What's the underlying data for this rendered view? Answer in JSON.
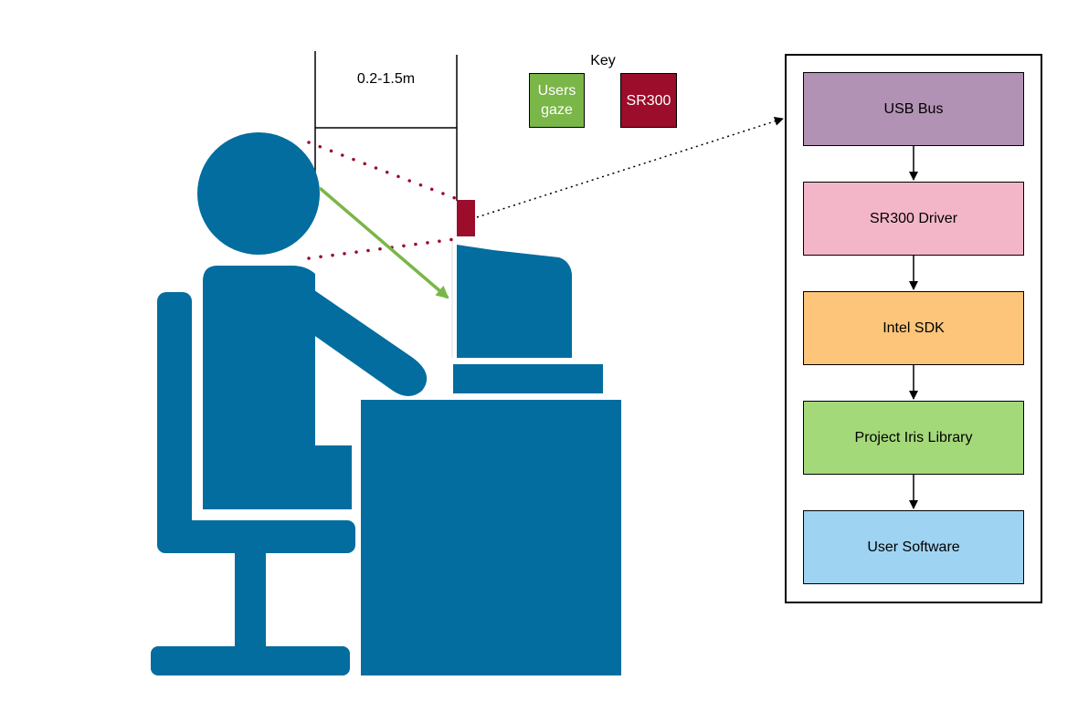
{
  "distance_label": "0.2-1.5m",
  "key": {
    "title": "Key",
    "items": [
      {
        "label_line1": "Users",
        "label_line2": "gaze",
        "color": "#7ab648"
      },
      {
        "label": "SR300",
        "color": "#9b0d2a"
      }
    ]
  },
  "figure_color": "#026d9e",
  "pipeline": {
    "layers": [
      {
        "label": "USB Bus",
        "color": "#b292b4"
      },
      {
        "label": "SR300 Driver",
        "color": "#f3b6c9"
      },
      {
        "label": "Intel SDK",
        "color": "#fdc57a"
      },
      {
        "label": "Project Iris Library",
        "color": "#a4d97a"
      },
      {
        "label": "User Software",
        "color": "#9fd3f2"
      }
    ]
  }
}
